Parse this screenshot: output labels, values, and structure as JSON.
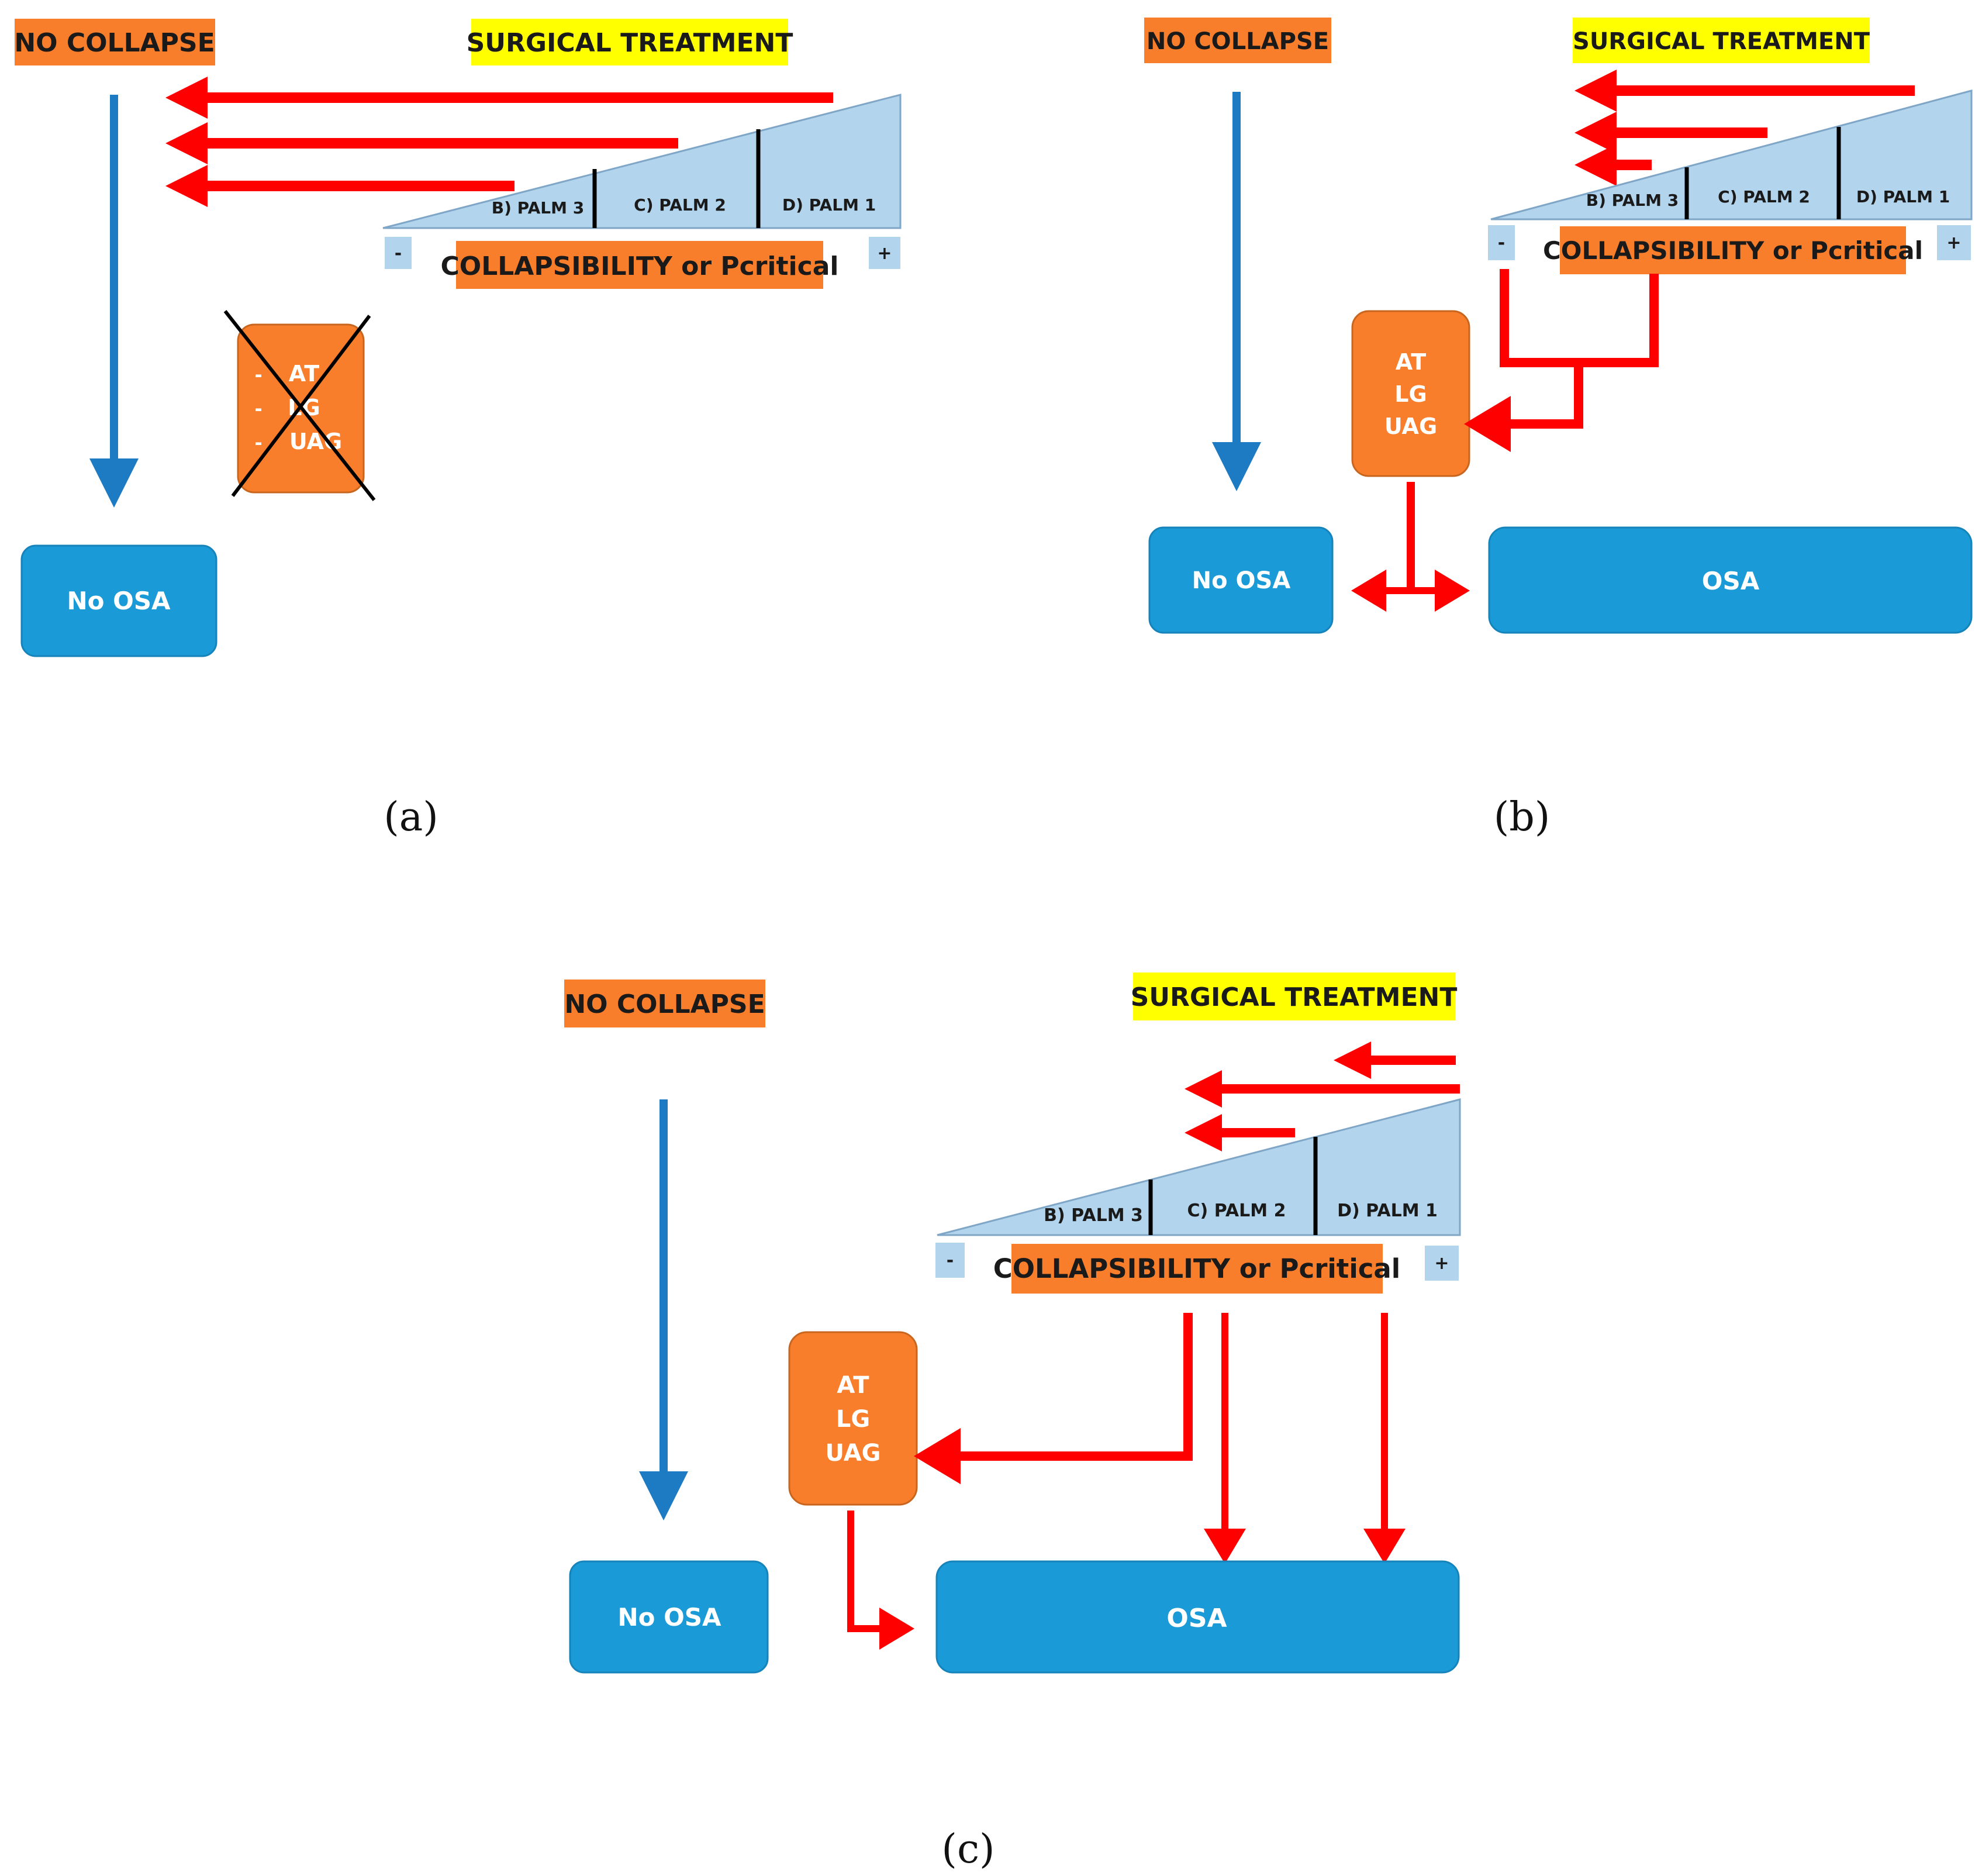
{
  "colors": {
    "orange": "#F97E2B",
    "yellow": "#FFFF00",
    "blue": "#1A9AD6",
    "arrow_blue": "#1C7BC3",
    "light_blue": "#B2D4EC",
    "red": "#FF0000",
    "text_dark": "#1A1A1A",
    "text_white": "#FFFFFF"
  },
  "labels": {
    "no_collapse": "NO COLLAPSE",
    "surgical": "SURGICAL TREATMENT",
    "collapsibility": "COLLAPSIBILITY or Pcritical",
    "palm3": "B) PALM 3",
    "palm2": "C) PALM 2",
    "palm1": "D) PALM 1",
    "minus": "-",
    "plus": "+",
    "no_osa": "No OSA",
    "osa": "OSA",
    "traits": [
      "AT",
      "LG",
      "UAG"
    ],
    "trait_dash": "-"
  },
  "captions": {
    "a": "(a)",
    "b": "(b)",
    "c": "(c)"
  }
}
